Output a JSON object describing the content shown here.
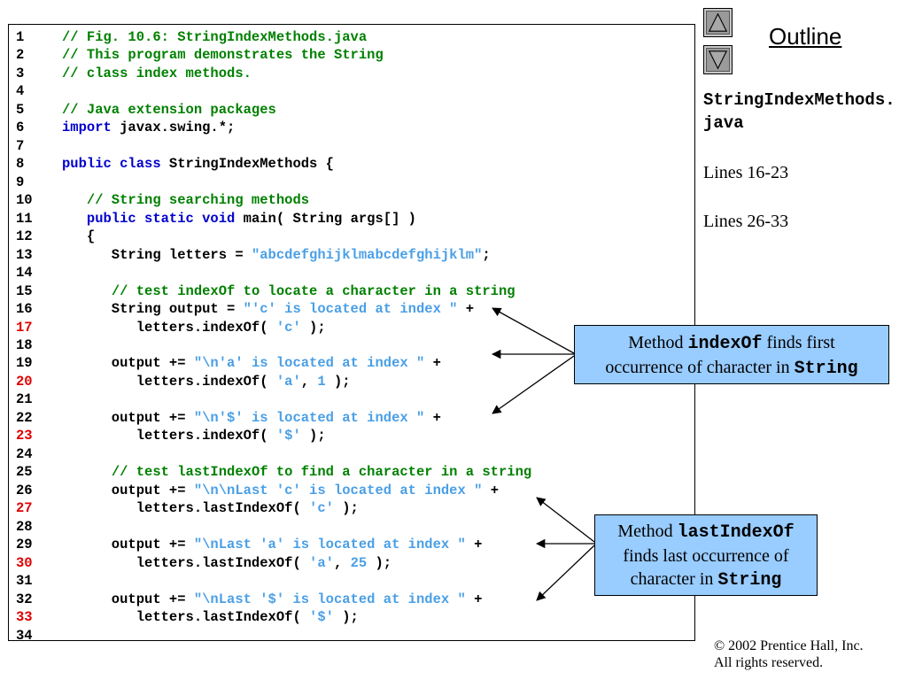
{
  "nav": {
    "up_icon": "triangle-up-icon",
    "down_icon": "triangle-down-icon"
  },
  "outline": {
    "title": "Outline"
  },
  "sidebar": {
    "file_name": "StringIndexMethods.java",
    "links": [
      "Lines 16-23",
      "Lines 26-33"
    ]
  },
  "callouts": {
    "indexOf": {
      "pre": "Method ",
      "method": "indexOf",
      "post1": " finds first",
      "line2": "occurrence of character in ",
      "type": "String"
    },
    "lastIndexOf": {
      "pre": "Method ",
      "method": "lastIndexOf",
      "line2": "finds last occurrence of",
      "line3": "character in ",
      "type": "String"
    }
  },
  "copyright": {
    "line1": "© 2002 Prentice Hall, Inc.",
    "line2": "All rights reserved."
  },
  "colors": {
    "comment": "#008000",
    "keyword": "#0000cc",
    "string": "#4a9fe6",
    "highlight_line": "#e00000",
    "callout_bg": "#99ccff"
  },
  "code": [
    {
      "n": "1",
      "hl": false,
      "tokens": [
        [
          "c",
          "// Fig. 10.6: StringIndexMethods.java"
        ]
      ]
    },
    {
      "n": "2",
      "hl": false,
      "tokens": [
        [
          "c",
          "// This program demonstrates the String"
        ]
      ]
    },
    {
      "n": "3",
      "hl": false,
      "tokens": [
        [
          "c",
          "// class index methods."
        ]
      ]
    },
    {
      "n": "4",
      "hl": false,
      "tokens": []
    },
    {
      "n": "5",
      "hl": false,
      "tokens": [
        [
          "c",
          "// Java extension packages"
        ]
      ]
    },
    {
      "n": "6",
      "hl": false,
      "tokens": [
        [
          "k",
          "import"
        ],
        [
          "p",
          " javax.swing.*;"
        ]
      ]
    },
    {
      "n": "7",
      "hl": false,
      "tokens": []
    },
    {
      "n": "8",
      "hl": false,
      "tokens": [
        [
          "k",
          "public class"
        ],
        [
          "p",
          " StringIndexMethods {"
        ]
      ]
    },
    {
      "n": "9",
      "hl": false,
      "tokens": []
    },
    {
      "n": "10",
      "hl": false,
      "tokens": [
        [
          "p",
          "   "
        ],
        [
          "c",
          "// String searching methods"
        ]
      ]
    },
    {
      "n": "11",
      "hl": false,
      "tokens": [
        [
          "p",
          "   "
        ],
        [
          "k",
          "public static void"
        ],
        [
          "p",
          " main( String args[] )"
        ]
      ]
    },
    {
      "n": "12",
      "hl": false,
      "tokens": [
        [
          "p",
          "   {"
        ]
      ]
    },
    {
      "n": "13",
      "hl": false,
      "tokens": [
        [
          "p",
          "      String letters = "
        ],
        [
          "s",
          "\"abcdefghijklmabcdefghijklm\""
        ],
        [
          "p",
          ";"
        ]
      ]
    },
    {
      "n": "14",
      "hl": false,
      "tokens": []
    },
    {
      "n": "15",
      "hl": false,
      "tokens": [
        [
          "p",
          "      "
        ],
        [
          "c",
          "// test indexOf to locate a character in a string"
        ]
      ]
    },
    {
      "n": "16",
      "hl": false,
      "tokens": [
        [
          "p",
          "      String output = "
        ],
        [
          "s",
          "\"'c' is located at index \""
        ],
        [
          "p",
          " +"
        ]
      ]
    },
    {
      "n": "17",
      "hl": true,
      "tokens": [
        [
          "p",
          "         letters.indexOf( "
        ],
        [
          "s",
          "'c'"
        ],
        [
          "p",
          " );"
        ]
      ]
    },
    {
      "n": "18",
      "hl": false,
      "tokens": []
    },
    {
      "n": "19",
      "hl": false,
      "tokens": [
        [
          "p",
          "      output += "
        ],
        [
          "s",
          "\"\\n'a' is located at index \""
        ],
        [
          "p",
          " +"
        ]
      ]
    },
    {
      "n": "20",
      "hl": true,
      "tokens": [
        [
          "p",
          "         letters.indexOf( "
        ],
        [
          "s",
          "'a'"
        ],
        [
          "p",
          ", "
        ],
        [
          "s",
          "1"
        ],
        [
          "p",
          " );"
        ]
      ]
    },
    {
      "n": "21",
      "hl": false,
      "tokens": []
    },
    {
      "n": "22",
      "hl": false,
      "tokens": [
        [
          "p",
          "      output += "
        ],
        [
          "s",
          "\"\\n'$' is located at index \""
        ],
        [
          "p",
          " +"
        ]
      ]
    },
    {
      "n": "23",
      "hl": true,
      "tokens": [
        [
          "p",
          "         letters.indexOf( "
        ],
        [
          "s",
          "'$'"
        ],
        [
          "p",
          " );"
        ]
      ]
    },
    {
      "n": "24",
      "hl": false,
      "tokens": []
    },
    {
      "n": "25",
      "hl": false,
      "tokens": [
        [
          "p",
          "      "
        ],
        [
          "c",
          "// test lastIndexOf to find a character in a string"
        ]
      ]
    },
    {
      "n": "26",
      "hl": false,
      "tokens": [
        [
          "p",
          "      output += "
        ],
        [
          "s",
          "\"\\n\\nLast 'c' is located at index \""
        ],
        [
          "p",
          " +"
        ]
      ]
    },
    {
      "n": "27",
      "hl": true,
      "tokens": [
        [
          "p",
          "         letters.lastIndexOf( "
        ],
        [
          "s",
          "'c'"
        ],
        [
          "p",
          " );"
        ]
      ]
    },
    {
      "n": "28",
      "hl": false,
      "tokens": []
    },
    {
      "n": "29",
      "hl": false,
      "tokens": [
        [
          "p",
          "      output += "
        ],
        [
          "s",
          "\"\\nLast 'a' is located at index \""
        ],
        [
          "p",
          " +"
        ]
      ]
    },
    {
      "n": "30",
      "hl": true,
      "tokens": [
        [
          "p",
          "         letters.lastIndexOf( "
        ],
        [
          "s",
          "'a'"
        ],
        [
          "p",
          ", "
        ],
        [
          "s",
          "25"
        ],
        [
          "p",
          " );"
        ]
      ]
    },
    {
      "n": "31",
      "hl": false,
      "tokens": []
    },
    {
      "n": "32",
      "hl": false,
      "tokens": [
        [
          "p",
          "      output += "
        ],
        [
          "s",
          "\"\\nLast '$' is located at index \""
        ],
        [
          "p",
          " +"
        ]
      ]
    },
    {
      "n": "33",
      "hl": true,
      "tokens": [
        [
          "p",
          "         letters.lastIndexOf( "
        ],
        [
          "s",
          "'$'"
        ],
        [
          "p",
          " );"
        ]
      ]
    },
    {
      "n": "34",
      "hl": false,
      "tokens": []
    }
  ]
}
